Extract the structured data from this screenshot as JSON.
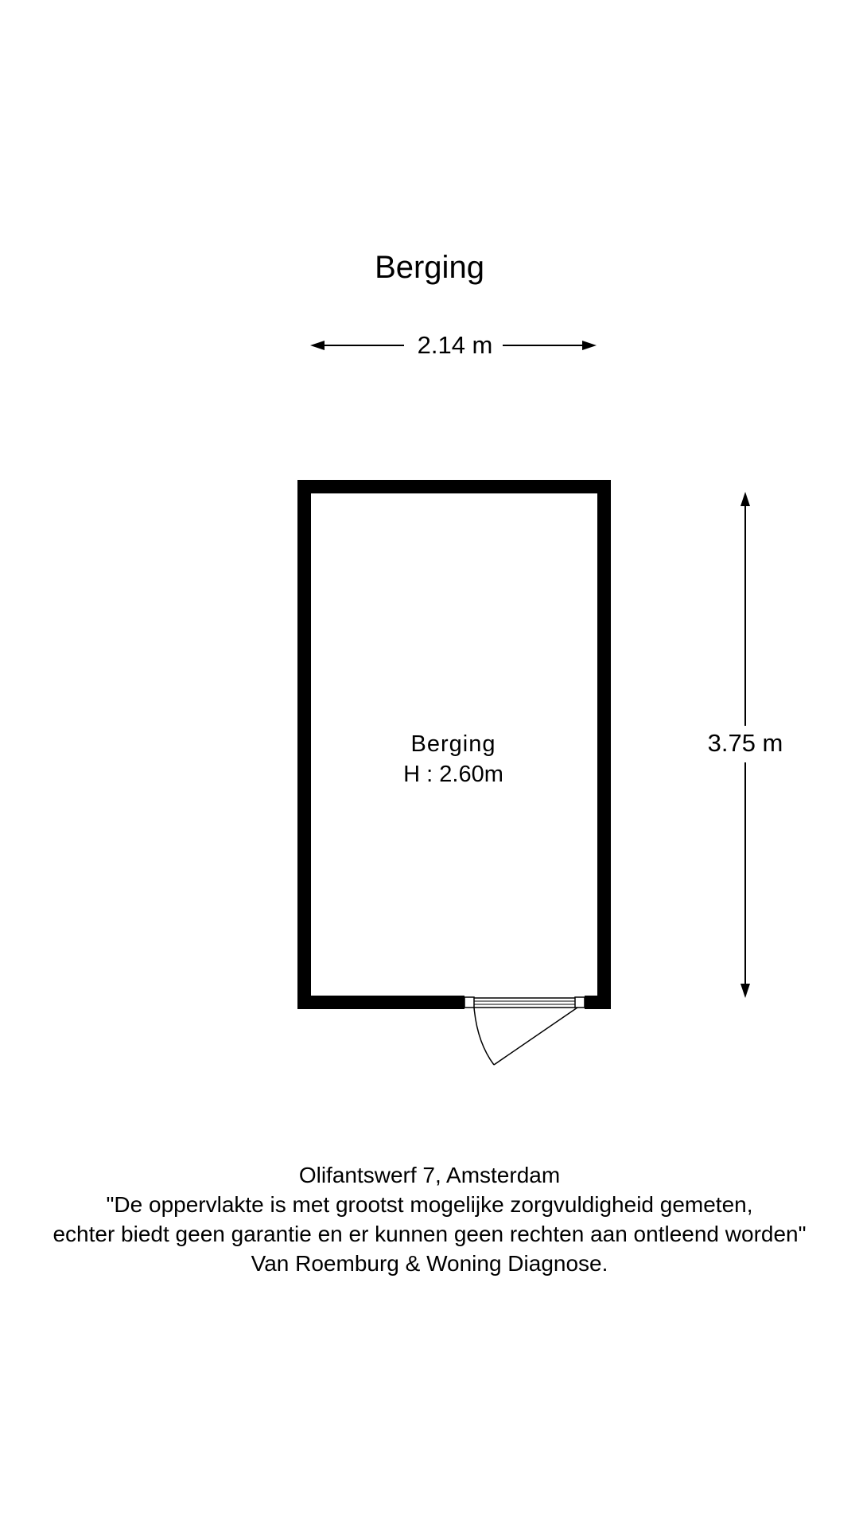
{
  "plan": {
    "title": "Berging",
    "width_label": "2.14 m",
    "height_label": "3.75 m"
  },
  "room": {
    "name": "Berging",
    "ceiling_height": "H : 2.60m"
  },
  "footer": {
    "address": "Olifantswerf 7, Amsterdam",
    "disclaimer_line1": "\"De oppervlakte is met grootst mogelijke zorgvuldigheid gemeten,",
    "disclaimer_line2": "echter biedt geen garantie en er kunnen geen rechten aan ontleend worden\"",
    "company": "Van Roemburg & Woning Diagnose."
  },
  "colors": {
    "wall": "#000000",
    "background": "#ffffff"
  }
}
